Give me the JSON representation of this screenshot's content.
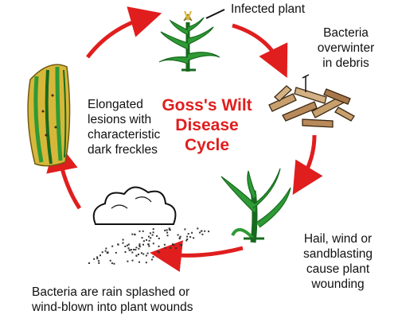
{
  "diagram": {
    "title": "Goss's Wilt\nDisease\nCycle",
    "stages": [
      {
        "label": "Infected plant",
        "icon": "corn-plant-icon"
      },
      {
        "label": "Bacteria\noverwinter\nin debris",
        "icon": "crop-debris-icon"
      },
      {
        "label": "Hail, wind or\nsandblasting\ncause plant\nwounding",
        "icon": "wounded-plant-icon"
      },
      {
        "label": "Bacteria are rain splashed or\nwind-blown into plant wounds",
        "icon": "rain-cloud-icon"
      },
      {
        "label": "Elongated\nlesions with\ncharacteristic\ndark freckles",
        "icon": "lesioned-leaf-icon"
      }
    ]
  },
  "colors": {
    "arrow": "#e01e1e",
    "title": "#e01e1e",
    "plant_green": "#2e9a35",
    "plant_dark": "#186a1f",
    "debris_tan": "#c8a06e",
    "debris_dark": "#3c2a14",
    "leaf_yellow": "#d7b73a",
    "cloud": "#ffffff"
  }
}
